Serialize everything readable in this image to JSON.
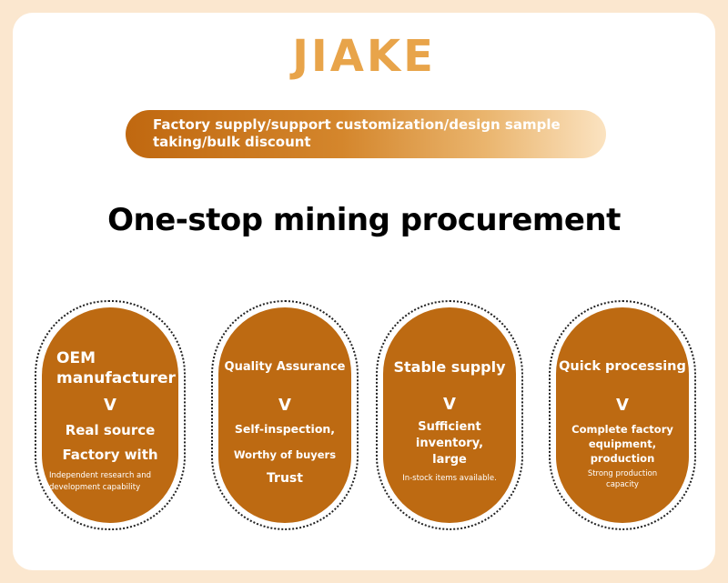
{
  "brand": "JIAKE",
  "banner": {
    "line1": "Factory supply/support customization/design sample",
    "line2": "taking/bulk discount"
  },
  "headline": "One-stop mining procurement",
  "colors": {
    "background": "#fbe7cf",
    "brand": "#e8a44a",
    "pill": "#bd6a12",
    "banner_start": "#c06810",
    "banner_end": "#fbe3c1"
  },
  "pills": [
    {
      "title_line1": "OEM",
      "title_line2": "manufacturer",
      "chevron": "V",
      "line1": "Real source",
      "line2": "Factory with",
      "small1": "Independent research and",
      "small2": "development capability"
    },
    {
      "title": "Quality Assurance",
      "chevron": "V",
      "line1": "Self-inspection,",
      "line2": "Worthy of buyers",
      "line3": "Trust"
    },
    {
      "title": "Stable supply",
      "chevron": "V",
      "line1": "Sufficient",
      "line2": "inventory,",
      "line3": "large",
      "small1": "In-stock items available."
    },
    {
      "title": "Quick processing",
      "chevron": "V",
      "line1": "Complete factory",
      "line2": "equipment,",
      "line3": "production",
      "small1": "Strong production",
      "small2": "capacity"
    }
  ]
}
